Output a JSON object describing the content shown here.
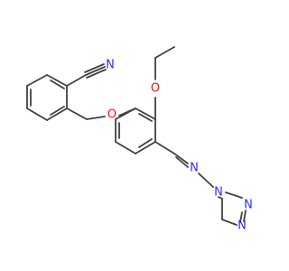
{
  "molecule": {
    "colors": {
      "carbon_bond": "#404040",
      "nitrogen": "#2c2cff",
      "oxygen": "#ff0d0d",
      "background": "#ffffff"
    },
    "atoms": [
      {
        "id": "N_nitrile",
        "symbol": "N",
        "color": "nitrogen"
      },
      {
        "id": "O_ethoxy",
        "symbol": "O",
        "color": "oxygen"
      },
      {
        "id": "O_ether",
        "symbol": "O",
        "color": "oxygen"
      },
      {
        "id": "N_imine",
        "symbol": "N",
        "color": "nitrogen"
      },
      {
        "id": "N_triazole_4",
        "symbol": "N",
        "color": "nitrogen"
      },
      {
        "id": "N_triazole_1",
        "symbol": "N",
        "color": "nitrogen"
      },
      {
        "id": "N_triazole_2",
        "symbol": "N",
        "color": "nitrogen"
      }
    ]
  }
}
